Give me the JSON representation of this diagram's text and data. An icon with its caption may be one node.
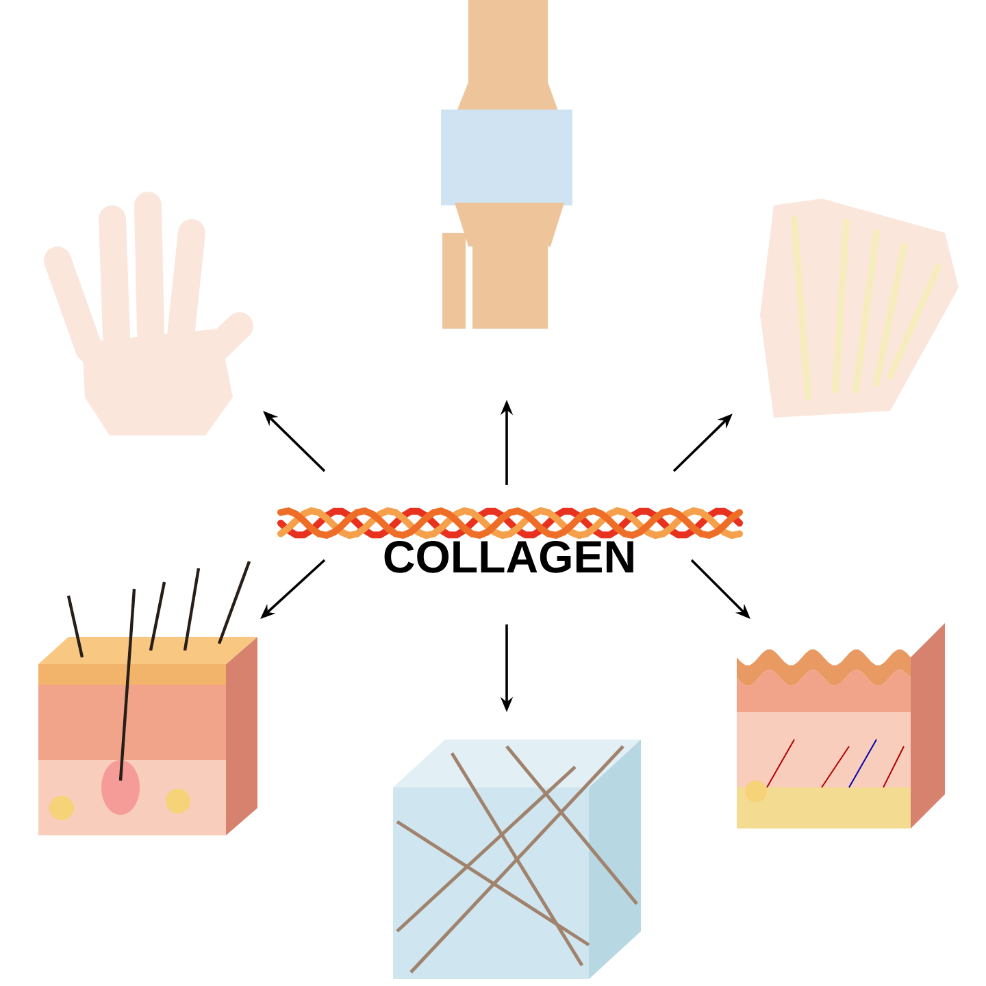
{
  "diagram": {
    "nodes": [
      {
        "text": [
          "COLLAGEN"
        ]
      },
      {
        "text": [],
        "shape": "picture"
      },
      {
        "text": [],
        "shape": "picture"
      },
      {
        "text": [],
        "shape": "picture"
      },
      {
        "text": [],
        "shape": "picture"
      },
      {
        "text": [],
        "shape": "picture"
      },
      {
        "text": [],
        "shape": "picture"
      }
    ],
    "edges": [
      {
        "from": 0,
        "to": 1,
        "arrow": "to"
      },
      {
        "from": 0,
        "to": 2,
        "arrow": "to"
      },
      {
        "from": 0,
        "to": 3,
        "arrow": "to"
      },
      {
        "from": 0,
        "to": 4,
        "arrow": "to"
      },
      {
        "from": 0,
        "to": 5,
        "arrow": "to"
      },
      {
        "from": 0,
        "to": 6,
        "arrow": "to"
      }
    ]
  }
}
